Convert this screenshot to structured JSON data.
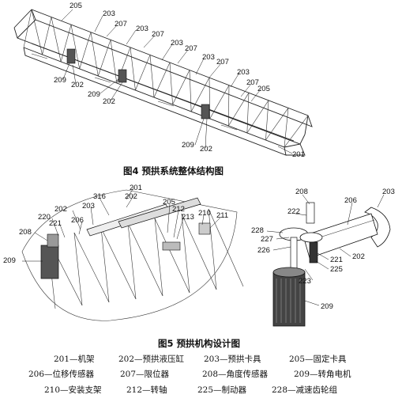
{
  "figure4": {
    "caption": "图4  预拱系统整体结构图",
    "labels": [
      "205",
      "203",
      "207",
      "203",
      "207",
      "203",
      "207",
      "203",
      "207",
      "203",
      "207",
      "205",
      "209",
      "202",
      "209",
      "202",
      "209",
      "202",
      "201"
    ]
  },
  "figure5": {
    "caption": "图5  预拱机构设计图",
    "left_labels": [
      "201",
      "202",
      "316",
      "203",
      "205",
      "212",
      "213",
      "210",
      "211",
      "220",
      "221",
      "206",
      "208",
      "209"
    ],
    "right_labels": [
      "208",
      "206",
      "203",
      "222",
      "228",
      "227",
      "226",
      "221",
      "225",
      "202",
      "223",
      "209"
    ]
  },
  "legend": {
    "row1": [
      "201—机架",
      "202—预拱液压缸",
      "203—预拱卡具",
      "205—固定卡具"
    ],
    "row2": [
      "206—位移传感器",
      "207—限位器",
      "208—角度传感器",
      "209—转角电机"
    ],
    "row3": [
      "210—安装支架",
      "212—转轴",
      "225—制动器",
      "228—减速齿轮组"
    ]
  }
}
